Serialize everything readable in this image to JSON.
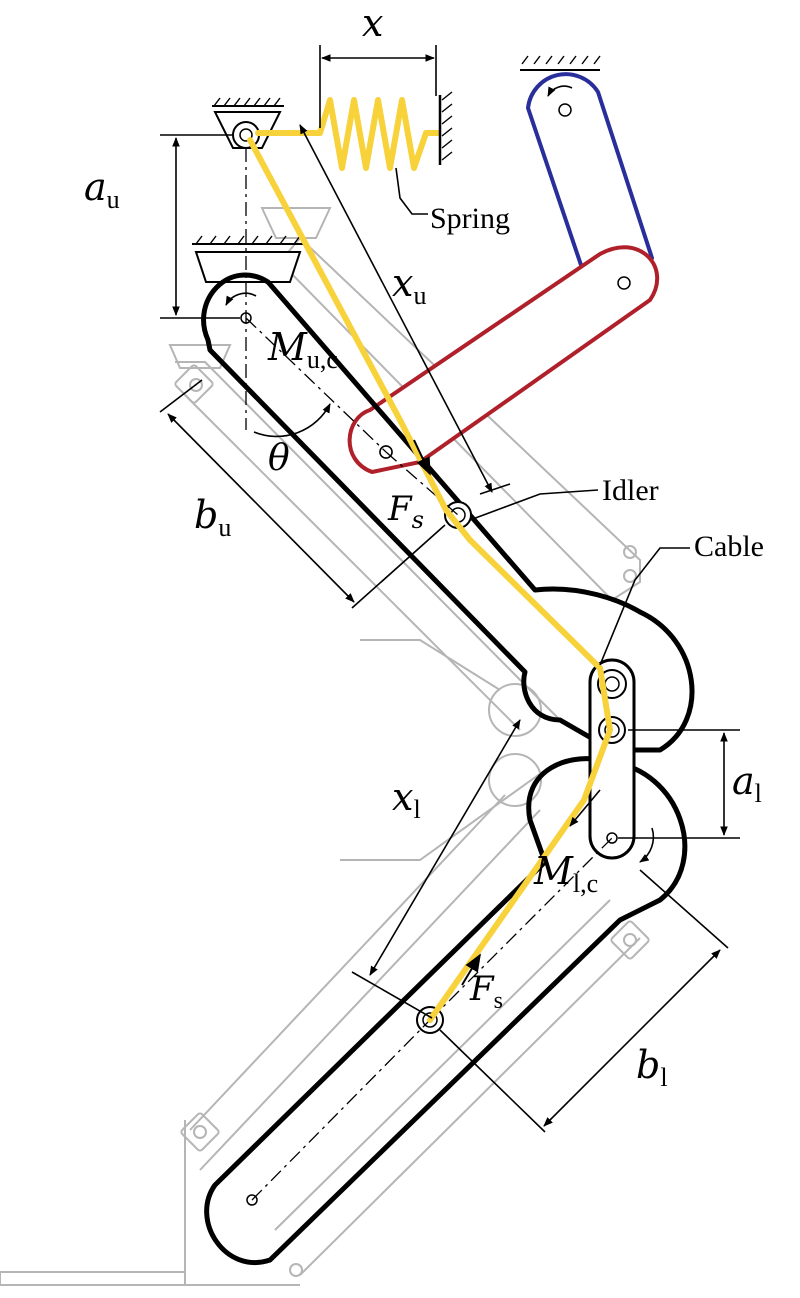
{
  "figure": {
    "labels": {
      "x": {
        "main": "x",
        "sub": ""
      },
      "a_u": {
        "main": "a",
        "sub": "u"
      },
      "x_u": {
        "main": "x",
        "sub": "u"
      },
      "M_uc": {
        "main": "M",
        "sub": "u,c"
      },
      "theta": {
        "main": "θ",
        "sub": ""
      },
      "b_u": {
        "main": "b",
        "sub": "u"
      },
      "F_s_upper": {
        "main": "F",
        "sub": "s"
      },
      "x_l": {
        "main": "x",
        "sub": "l"
      },
      "a_l": {
        "main": "a",
        "sub": "l"
      },
      "M_lc": {
        "main": "M",
        "sub": "l,c"
      },
      "F_s_lower": {
        "main": "F",
        "sub": "s"
      },
      "b_l": {
        "main": "b",
        "sub": "l"
      }
    },
    "callouts": {
      "spring": "Spring",
      "idler": "Idler",
      "cable": "Cable"
    },
    "colors": {
      "cable": "#f7d23a",
      "red_link": "#b0202a",
      "blue_link": "#2a2e9a",
      "ghost_linkage": "#b5b5b5",
      "ink": "#000000"
    }
  }
}
